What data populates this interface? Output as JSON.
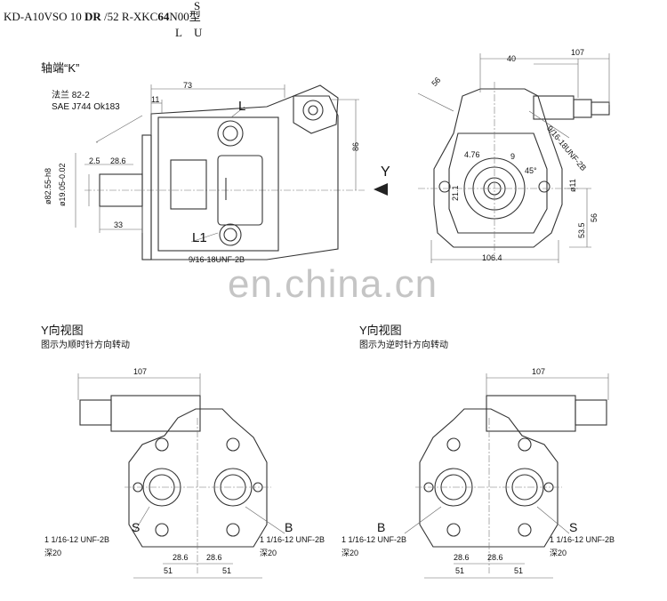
{
  "header": {
    "model_prefix": "KD-A10VSO 10",
    "model_dr": "DR",
    "model_mid": "/52 R-XKC",
    "model_64": "64",
    "model_suffix": "N00型",
    "rotation_s": "S",
    "rotation_l": "L",
    "rotation_u": "U"
  },
  "side_view": {
    "shaft_label": "轴端“K”",
    "flange_std_1": "法兰 82-2",
    "flange_std_2": "SAE J744 Ok183",
    "dim_73": "73",
    "dim_11": "11",
    "dim_2_5": "2.5",
    "dim_28_6": "28.6",
    "dim_82_55": "ø82.55-h8",
    "dim_19_05": "ø19.05-0.02",
    "dim_33": "33",
    "dim_86": "86",
    "port_l": "L",
    "port_l1": "L1",
    "port_thread": "9/16-18UNF-2B",
    "view_y": "Y"
  },
  "front_view": {
    "dim_107": "107",
    "dim_40": "40",
    "dim_56_diag": "56",
    "dim_4_76": "4.76",
    "dim_9": "9",
    "dim_45": "45°",
    "dim_21_1": "21.1",
    "dim_11": "ø11",
    "dim_53_5": "53.5",
    "dim_56": "56",
    "dim_106_4": "106.4",
    "thread": "9/16-18UNF-2B"
  },
  "view_left": {
    "title": "Y向视图",
    "subtitle": "图示为顺时针方向转动",
    "dim_107": "107",
    "port_s": "S",
    "port_b": "B",
    "thread_s": "1 1/16-12 UNF-2B",
    "depth_s": "深20",
    "thread_b": "1 1/16-12 UNF-2B",
    "depth_b": "深20",
    "dim_28_6_a": "28.6",
    "dim_28_6_b": "28.6",
    "dim_51_a": "51",
    "dim_51_b": "51"
  },
  "view_right": {
    "title": "Y向视图",
    "subtitle": "图示为逆时针方向转动",
    "dim_107": "107",
    "port_b": "B",
    "port_s": "S",
    "thread_b": "1 1/16-12 UNF-2B",
    "depth_b": "深20",
    "thread_s": "1 1/16-12 UNF-2B",
    "depth_s": "深20",
    "dim_28_6_a": "28.6",
    "dim_28_6_b": "28.6",
    "dim_51_a": "51",
    "dim_51_b": "51"
  },
  "watermark": "en.china.cn"
}
